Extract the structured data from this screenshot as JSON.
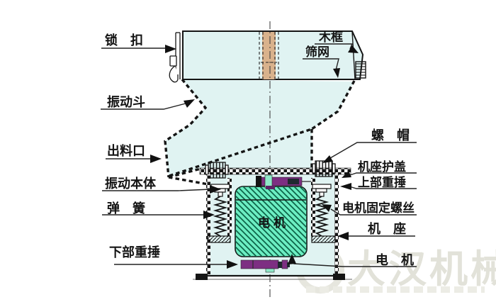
{
  "diagram": {
    "kind": "vibrating-sieve-structure-diagram",
    "labels": {
      "lock_latch": "锁　扣",
      "wood_frame": "木框",
      "screen_mesh": "筛网",
      "vibrating_hopper": "振动斗",
      "discharge_outlet": "出料口",
      "nut": "螺　帽",
      "base_cover": "机座护盖",
      "vibration_body": "振动本体",
      "upper_weight": "上部重捶",
      "spring": "弹　簧",
      "motor_fixing_screw": "电机固定螺丝",
      "base": "机　座",
      "lower_weight": "下部重捶",
      "motor": "电　机",
      "motor_block": "电机"
    },
    "watermark": "大汉机械",
    "colors": {
      "hopper_fill": "#e0f3f2",
      "motor_green": "#6ceec2",
      "motor_hatch": "#0c6347",
      "weight_purple": "#7d2f82",
      "wood_strip_tan": "#d9b28c",
      "line_black": "#151515",
      "watermark_gray": "#e2e2d9"
    }
  }
}
